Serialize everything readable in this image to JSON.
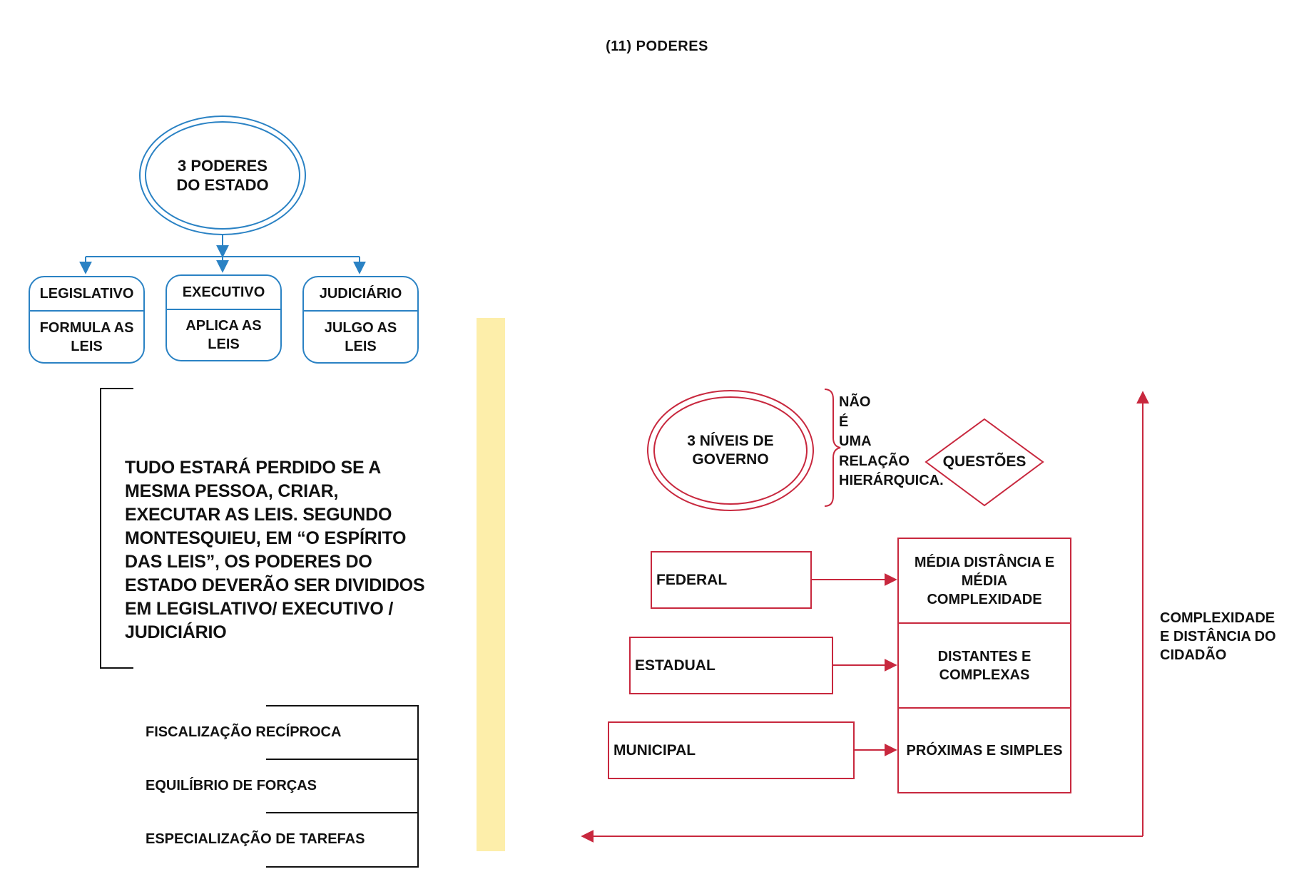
{
  "page_title": "(11) PODERES",
  "colors": {
    "blue": "#2a82c4",
    "red": "#c8283e",
    "yellow": "#fdeeaa",
    "text": "#111111"
  },
  "poderes": {
    "central": "3 PODERES DO ESTADO",
    "branches": [
      {
        "name": "LEGISLATIVO",
        "desc": "FORMULA AS LEIS"
      },
      {
        "name": "EXECUTIVO",
        "desc": "APLICA AS LEIS"
      },
      {
        "name": "JUDICIÁRIO",
        "desc": "JULGO AS LEIS"
      }
    ],
    "quote": "TUDO ESTARÁ PERDIDO SE A MESMA PESSOA, CRIAR, EXECUTAR AS LEIS. SEGUNDO MONTESQUIEU, EM “O ESPÍRITO DAS LEIS”, OS PODERES DO ESTADO DEVERÃO SER DIVIDIDOS EM LEGISLATIVO/ EXECUTIVO / JUDICIÁRIO",
    "principles": [
      "FISCALIZAÇÃO RECÍPROCA",
      "EQUILÍBRIO DE FORÇAS",
      "ESPECIALIZAÇÃO DE TAREFAS"
    ]
  },
  "niveis": {
    "central": "3 NÍVEIS DE GOVERNO",
    "note": "NÃO\nÉ\nUMA\nRELAÇÃO\nHIERÁRQUICA.",
    "questoes": "QUESTÕES",
    "levels": [
      {
        "name": "FEDERAL",
        "desc": "MÉDIA DISTÂNCIA E MÉDIA COMPLEXIDADE"
      },
      {
        "name": "ESTADUAL",
        "desc": "DISTANTES E COMPLEXAS"
      },
      {
        "name": "MUNICIPAL",
        "desc": "PRÓXIMAS E SIMPLES"
      }
    ],
    "axis_label": "COMPLEXIDADE E DISTÂNCIA DO CIDADÃO"
  }
}
